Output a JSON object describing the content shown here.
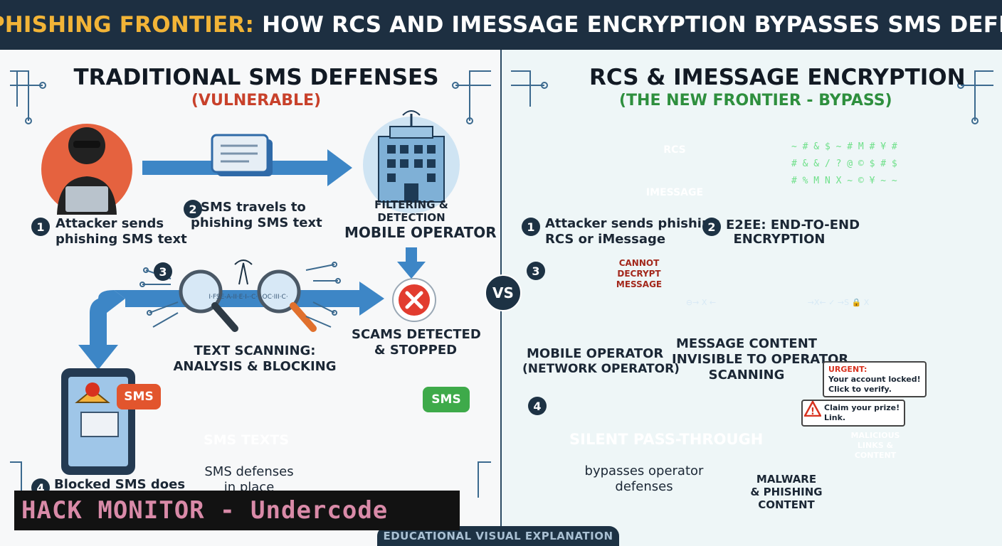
{
  "banner": {
    "title_highlight": "NEW PHISHING FRONTIER:",
    "title_rest": "HOW RCS AND IMESSAGE ENCRYPTION BYPASSES SMS DEFENSES"
  },
  "left": {
    "heading": "TRADITIONAL SMS DEFENSES",
    "subheading": "(VULNERABLE)",
    "step1_number": "1",
    "step1_text": [
      "Attacker sends",
      "phishing SMS text"
    ],
    "step2_number": "2",
    "step2_text": [
      "SMS travels to",
      "phishing SMS text"
    ],
    "operator_text": [
      "FILTERING &",
      "DETECTION"
    ],
    "operator_name": "MOBILE OPERATOR",
    "step3_number": "3",
    "scanning_text": [
      "TEXT SCANNING:",
      "ANALYSIS & BLOCKING"
    ],
    "scan_stream": "I·FSE-A-II·E·I-·C··-OC·III·C·",
    "detected_text": [
      "SCAMS DETECTED",
      "& STOPPED"
    ],
    "step4_number": "4",
    "blocked_text": "Blocked SMS does",
    "tablet_bubble": "SMS",
    "arrow_label": "SMS TEXTS",
    "defenses_text": [
      "SMS defenses",
      "in place"
    ],
    "phone_bubble": "SMS"
  },
  "right": {
    "heading": "RCS & IMESSAGE ENCRYPTION",
    "subheading": "(THE NEW FRONTIER - BYPASS)",
    "rcs_label": "RCS",
    "imessage_label": "IMESSAGE",
    "step1_number": "1",
    "step1_text": [
      "Attacker sends phishing",
      "RCS or iMessage"
    ],
    "step2_number": "2",
    "step2_text": [
      "E2EE: END-TO-END",
      "ENCRYPTION"
    ],
    "cipher_rows": [
      "~ # & $ ~ # M # ¥ #",
      "# & & / ? @ © $ # $",
      "# % M N X ~ © ¥ ~ ~"
    ],
    "step3_number": "3",
    "cannot_decrypt": [
      "CANNOT",
      "DECRYPT",
      "MESSAGE"
    ],
    "operator_name": [
      "MOBILE OPERATOR",
      "(NETWORK OPERATOR)"
    ],
    "invisible_text": [
      "MESSAGE CONTENT",
      "INVISIBLE TO OPERATOR",
      "SCANNING"
    ],
    "pipe_glyphs_left": "⊖→ X ←",
    "pipe_glyphs_right": "→X← ✓ →S 🔒 X",
    "step4_number": "4",
    "arrow_label": "SILENT PASS-THROUGH",
    "bypass_text": [
      "bypasses operator",
      "defenses"
    ],
    "urgent_title": "URGENT:",
    "urgent_body": [
      "Your account locked!",
      "Click to verify."
    ],
    "prize_body": [
      "Claim your prize!",
      "Link."
    ],
    "malicious_badge": [
      "MALICIOUS",
      "LINKS &",
      "CONTENT"
    ],
    "malware_text": [
      "MALWARE",
      "& PHISHING",
      "CONTENT"
    ]
  },
  "vs_label": "VS",
  "watermark": "HACK MONITOR - Undercode",
  "footer": "EDUCATIONAL VISUAL EXPLANATION",
  "colors": {
    "banner_bg": "#1d2f41",
    "highlight": "#f2b437",
    "vulnerable_red": "#c8412b",
    "bypass_green": "#2e8f3e",
    "flow_blue": "#3d86c6",
    "sms_orange": "#e2552d"
  },
  "icons": [
    "hacker-icon",
    "laptop-icon",
    "chat-bubble-icon",
    "cell-tower-icon",
    "building-icon",
    "magnifier-icon",
    "x-circle-icon",
    "tablet-icon",
    "envelope-icon",
    "phone-icon",
    "hand-icon",
    "phone-call-icon",
    "message-icon",
    "padlock-icon",
    "database-icon",
    "warning-icon",
    "checkmark-icon",
    "user-icon",
    "octopus-logo-icon"
  ]
}
